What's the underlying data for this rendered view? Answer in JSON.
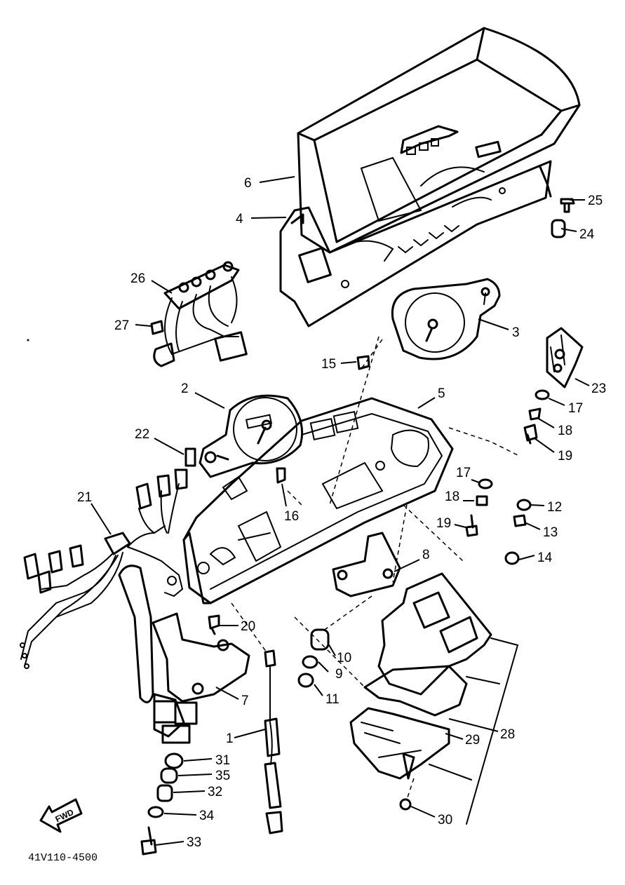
{
  "diagram": {
    "code": "41V110-4500",
    "forward_label": "FWD",
    "labels": [
      {
        "id": "p25",
        "text": "25"
      },
      {
        "id": "p24",
        "text": "24"
      },
      {
        "id": "p6",
        "text": "6"
      },
      {
        "id": "p4",
        "text": "4"
      },
      {
        "id": "p26",
        "text": "26"
      },
      {
        "id": "p27",
        "text": "27"
      },
      {
        "id": "p3",
        "text": "3"
      },
      {
        "id": "p15",
        "text": "15"
      },
      {
        "id": "p23",
        "text": "23"
      },
      {
        "id": "p2",
        "text": "2"
      },
      {
        "id": "p5",
        "text": "5"
      },
      {
        "id": "p17a",
        "text": "17"
      },
      {
        "id": "p18a",
        "text": "18"
      },
      {
        "id": "p19a",
        "text": "19"
      },
      {
        "id": "p22",
        "text": "22"
      },
      {
        "id": "p16",
        "text": "16"
      },
      {
        "id": "p17b",
        "text": "17"
      },
      {
        "id": "p18b",
        "text": "18"
      },
      {
        "id": "p12",
        "text": "12"
      },
      {
        "id": "p13",
        "text": "13"
      },
      {
        "id": "p19b",
        "text": "19"
      },
      {
        "id": "p14",
        "text": "14"
      },
      {
        "id": "p21",
        "text": "21"
      },
      {
        "id": "p8",
        "text": "8"
      },
      {
        "id": "p20",
        "text": "20"
      },
      {
        "id": "p10",
        "text": "10"
      },
      {
        "id": "p9",
        "text": "9"
      },
      {
        "id": "p11",
        "text": "11"
      },
      {
        "id": "p7",
        "text": "7"
      },
      {
        "id": "p28",
        "text": "28"
      },
      {
        "id": "p29",
        "text": "29"
      },
      {
        "id": "p1",
        "text": "1"
      },
      {
        "id": "p31",
        "text": "31"
      },
      {
        "id": "p35",
        "text": "35"
      },
      {
        "id": "p32",
        "text": "32"
      },
      {
        "id": "p34",
        "text": "34"
      },
      {
        "id": "p30",
        "text": "30"
      },
      {
        "id": "p33",
        "text": "33"
      }
    ]
  }
}
